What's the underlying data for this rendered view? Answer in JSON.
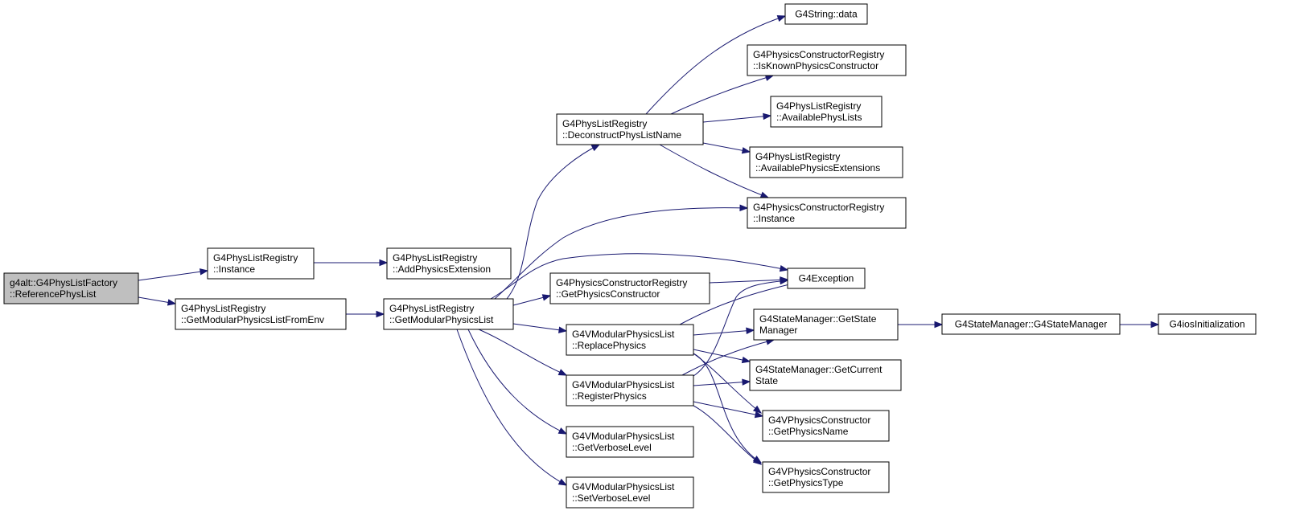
{
  "diagram": {
    "edge_color": "#191970",
    "root_fill": "#bfbfbf",
    "nodes": [
      {
        "id": "n0",
        "lines": [
          "g4alt::G4PhysListFactory",
          "::ReferencePhysList"
        ],
        "root": true
      },
      {
        "id": "n1",
        "lines": [
          "G4PhysListRegistry",
          "::Instance"
        ]
      },
      {
        "id": "n2",
        "lines": [
          "G4PhysListRegistry",
          "::GetModularPhysicsListFromEnv"
        ]
      },
      {
        "id": "n3",
        "lines": [
          "G4PhysListRegistry",
          "::AddPhysicsExtension"
        ]
      },
      {
        "id": "n4",
        "lines": [
          "G4PhysListRegistry",
          "::GetModularPhysicsList"
        ]
      },
      {
        "id": "n5",
        "lines": [
          "G4PhysListRegistry",
          "::DeconstructPhysListName"
        ]
      },
      {
        "id": "n6",
        "lines": [
          "G4PhysicsConstructorRegistry",
          "::GetPhysicsConstructor"
        ]
      },
      {
        "id": "n7",
        "lines": [
          "G4VModularPhysicsList",
          "::ReplacePhysics"
        ]
      },
      {
        "id": "n8",
        "lines": [
          "G4VModularPhysicsList",
          "::RegisterPhysics"
        ]
      },
      {
        "id": "n9",
        "lines": [
          "G4VModularPhysicsList",
          "::GetVerboseLevel"
        ]
      },
      {
        "id": "n10",
        "lines": [
          "G4VModularPhysicsList",
          "::SetVerboseLevel"
        ]
      },
      {
        "id": "n11",
        "lines": [
          "G4String::data"
        ]
      },
      {
        "id": "n12",
        "lines": [
          "G4PhysicsConstructorRegistry",
          "::IsKnownPhysicsConstructor"
        ]
      },
      {
        "id": "n13",
        "lines": [
          "G4PhysListRegistry",
          "::AvailablePhysLists"
        ]
      },
      {
        "id": "n14",
        "lines": [
          "G4PhysListRegistry",
          "::AvailablePhysicsExtensions"
        ]
      },
      {
        "id": "n15",
        "lines": [
          "G4PhysicsConstructorRegistry",
          "::Instance"
        ]
      },
      {
        "id": "n16",
        "lines": [
          "G4Exception"
        ]
      },
      {
        "id": "n17",
        "lines": [
          "G4StateManager::GetState",
          "Manager"
        ]
      },
      {
        "id": "n18",
        "lines": [
          "G4StateManager::GetCurrent",
          "State"
        ]
      },
      {
        "id": "n19",
        "lines": [
          "G4VPhysicsConstructor",
          "::GetPhysicsName"
        ]
      },
      {
        "id": "n20",
        "lines": [
          "G4VPhysicsConstructor",
          "::GetPhysicsType"
        ]
      },
      {
        "id": "n21",
        "lines": [
          "G4StateManager::G4StateManager"
        ]
      },
      {
        "id": "n22",
        "lines": [
          "G4iosInitialization"
        ]
      }
    ],
    "edges": [
      {
        "from": "n0",
        "to": "n1"
      },
      {
        "from": "n0",
        "to": "n2"
      },
      {
        "from": "n1",
        "to": "n3"
      },
      {
        "from": "n2",
        "to": "n4"
      },
      {
        "from": "n4",
        "to": "n5"
      },
      {
        "from": "n4",
        "to": "n15"
      },
      {
        "from": "n4",
        "to": "n16"
      },
      {
        "from": "n4",
        "to": "n6"
      },
      {
        "from": "n4",
        "to": "n7"
      },
      {
        "from": "n4",
        "to": "n8"
      },
      {
        "from": "n4",
        "to": "n9"
      },
      {
        "from": "n4",
        "to": "n10"
      },
      {
        "from": "n5",
        "to": "n11"
      },
      {
        "from": "n5",
        "to": "n12"
      },
      {
        "from": "n5",
        "to": "n13"
      },
      {
        "from": "n5",
        "to": "n14"
      },
      {
        "from": "n5",
        "to": "n15"
      },
      {
        "from": "n6",
        "to": "n16"
      },
      {
        "from": "n7",
        "to": "n16"
      },
      {
        "from": "n7",
        "to": "n17"
      },
      {
        "from": "n7",
        "to": "n18"
      },
      {
        "from": "n7",
        "to": "n19"
      },
      {
        "from": "n7",
        "to": "n20"
      },
      {
        "from": "n8",
        "to": "n16"
      },
      {
        "from": "n8",
        "to": "n17"
      },
      {
        "from": "n8",
        "to": "n18"
      },
      {
        "from": "n8",
        "to": "n19"
      },
      {
        "from": "n8",
        "to": "n20"
      },
      {
        "from": "n17",
        "to": "n21"
      },
      {
        "from": "n21",
        "to": "n22"
      }
    ]
  }
}
